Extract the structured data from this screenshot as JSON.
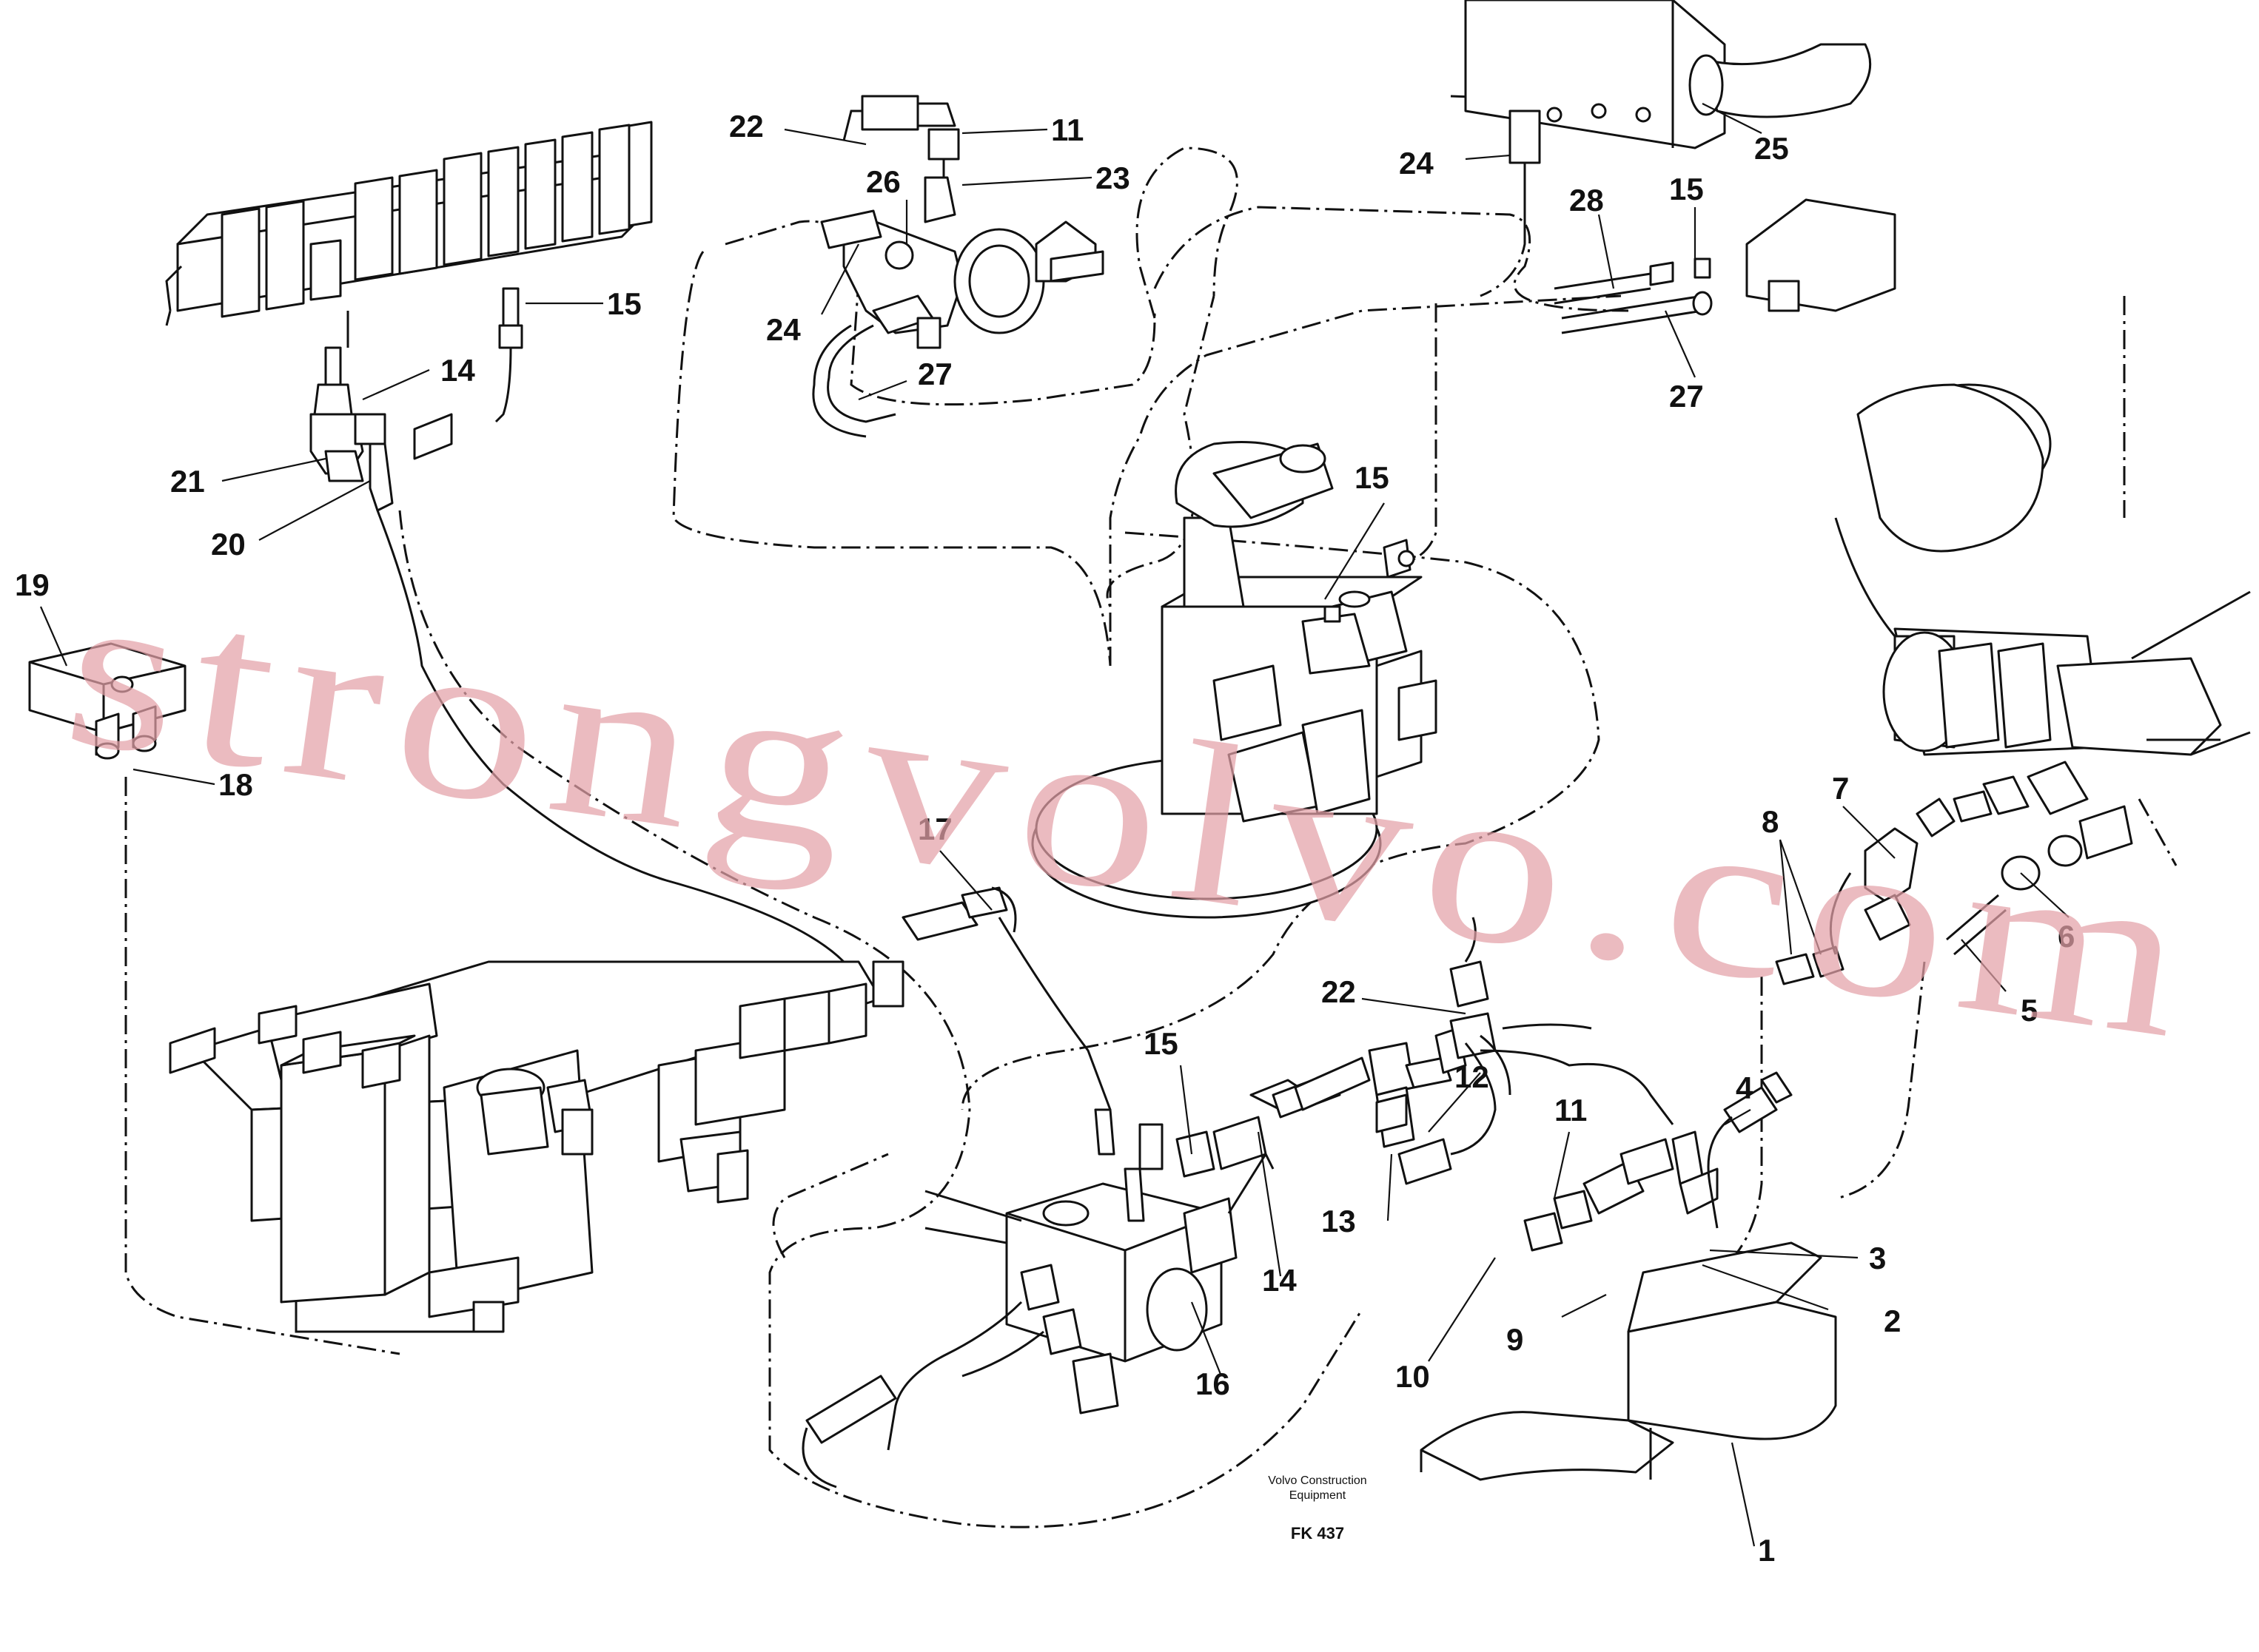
{
  "diagram": {
    "publisher": "Volvo Construction Equipment",
    "publisher_line1": "Volvo Construction",
    "publisher_line2": "Equipment",
    "figure_code": "FK 437",
    "watermark": "strongvolvo.com",
    "callouts": [
      "22",
      "11",
      "23",
      "26",
      "24",
      "27",
      "24",
      "25",
      "28",
      "15",
      "27",
      "15",
      "14",
      "21",
      "20",
      "19",
      "18",
      "15",
      "17",
      "22",
      "15",
      "12",
      "11",
      "4",
      "7",
      "8",
      "6",
      "5",
      "3",
      "2",
      "9",
      "10",
      "13",
      "14",
      "16",
      "1"
    ]
  }
}
